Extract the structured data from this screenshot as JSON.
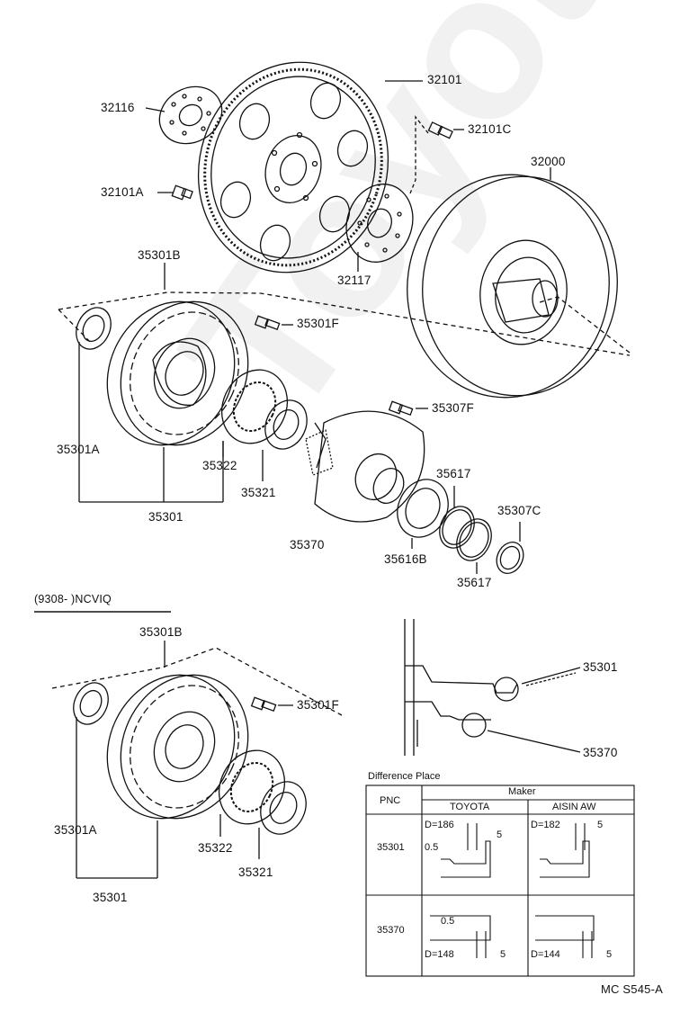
{
  "watermark": "ToyotaCa",
  "labels": {
    "p32101": "32101",
    "p32116": "32116",
    "p32101C": "32101C",
    "p32000": "32000",
    "p32101A": "32101A",
    "p32117": "32117",
    "p35301B_top": "35301B",
    "p35301F_top": "35301F",
    "p35307F": "35307F",
    "p35301A_top": "35301A",
    "p35322_top": "35322",
    "p35321_top": "35321",
    "p35301_top": "35301",
    "p35370": "35370",
    "p35617_a": "35617",
    "p35307C": "35307C",
    "p35616B": "35616B",
    "p35617_b": "35617",
    "section_note": "(9308-      )NCVIQ",
    "p35301B_bot": "35301B",
    "p35301F_bot": "35301F",
    "p35301A_bot": "35301A",
    "p35322_bot": "35322",
    "p35321_bot": "35321",
    "p35301_bot": "35301",
    "detail_35301": "35301",
    "detail_35370": "35370",
    "figure_code": "MC  S545-A"
  },
  "difference_table": {
    "title": "Difference Place",
    "pnc_header": "PNC",
    "maker_header": "Maker",
    "makers": [
      "TOYOTA",
      "AISIN AW"
    ],
    "rows": [
      {
        "pnc": "35301",
        "toyota": {
          "d": "D=186",
          "a": "0.5",
          "b": "5"
        },
        "aisin": {
          "d": "D=182",
          "b": "5"
        }
      },
      {
        "pnc": "35370",
        "toyota": {
          "d": "D=148",
          "a": "0.5",
          "b": "5"
        },
        "aisin": {
          "d": "D=144",
          "b": "5"
        }
      }
    ]
  }
}
